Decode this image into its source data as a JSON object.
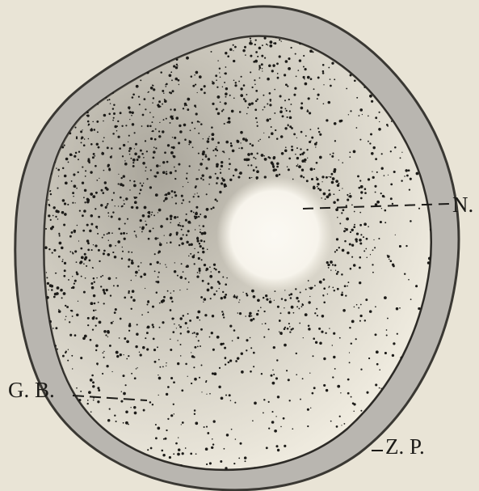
{
  "figure": {
    "labels": {
      "nucleus": "N.",
      "germinal_border": "G. B.",
      "zona_pellucida": "Z. P."
    },
    "colors": {
      "paper": "#e9e4d6",
      "zona": "#b9b6b0",
      "cytoplasm": "#f3efe3",
      "ink": "#1c1b18"
    }
  }
}
